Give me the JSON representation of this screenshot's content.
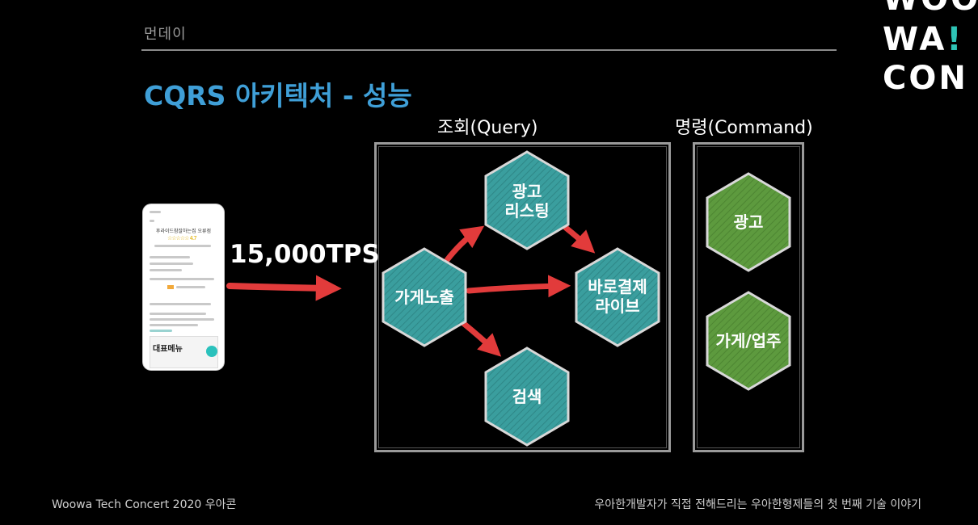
{
  "header": {
    "section": "먼데이",
    "title": "CQRS 아키텍처 - 성능"
  },
  "logo": {
    "line1": "WOO",
    "line2a": "WA",
    "line2b": "!",
    "line3": "CON"
  },
  "phone": {
    "store_title": "후라이드참잘하는집 오류점",
    "rating_stars": "☆☆☆☆☆ 4.7",
    "menu_card_title": "대표메뉴"
  },
  "throughput": "15,000TPS",
  "groups": {
    "query_label": "조회(Query)",
    "command_label": "명령(Command)"
  },
  "nodes": {
    "store_exposure": "가게노출",
    "ad_listing_line1": "광고",
    "ad_listing_line2": "리스팅",
    "direct_pay_line1": "바로결제",
    "direct_pay_line2": "라이브",
    "search": "검색",
    "ad": "광고",
    "store_business": "가게/업주"
  },
  "footer": {
    "left": "Woowa Tech Concert  2020 우아콘",
    "right": "우아한개발자가 직접 전해드리는 우아한형제들의 첫 번째 기술 이야기"
  },
  "colors": {
    "title_blue": "#3f9fd7",
    "query_hex": "#3a9e9e",
    "command_hex": "#5d9a3e",
    "arrow_red": "#e23b3b"
  }
}
